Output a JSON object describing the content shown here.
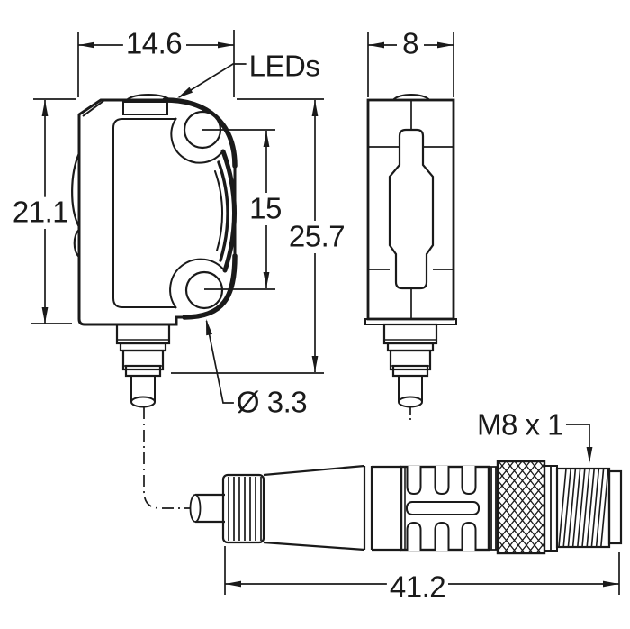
{
  "colors": {
    "background": "#ffffff",
    "line": "#1a1a1a"
  },
  "labels": {
    "front_width": "14.6",
    "side_width": "8",
    "body_height": "21.1",
    "hole_spacing": "15",
    "overall_height": "25.7",
    "leds": "LEDs",
    "hole_diameter": "Ø 3.3",
    "thread": "M8 x 1",
    "connector_length": "41.2"
  }
}
